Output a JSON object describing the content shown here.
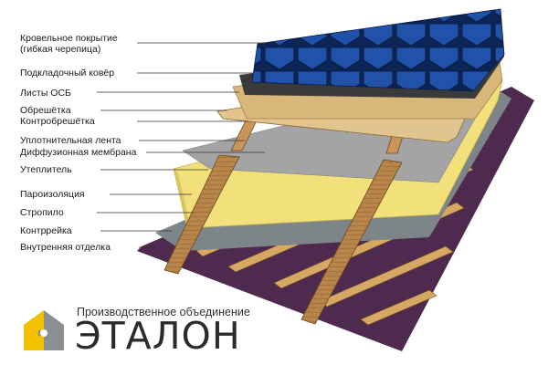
{
  "labels": [
    {
      "id": "roof-covering",
      "text": "Кровельное покрытие",
      "text2": "(гибкая черепица)"
    },
    {
      "id": "underlay-carpet",
      "text": "Подкладочный ковёр"
    },
    {
      "id": "osb-sheets",
      "text": "Листы ОСБ"
    },
    {
      "id": "battens",
      "text": "Обрешётка"
    },
    {
      "id": "counter-battens",
      "text": "Контробрешётка"
    },
    {
      "id": "sealing-tape",
      "text": "Уплотнительная лента"
    },
    {
      "id": "diffusion-membrane",
      "text": "Диффузионная мембрана"
    },
    {
      "id": "insulation",
      "text": "Утеплитель"
    },
    {
      "id": "vapor-barrier",
      "text": "Пароизоляция"
    },
    {
      "id": "rafter",
      "text": "Стропило"
    },
    {
      "id": "counter-rail",
      "text": "Контррейка"
    },
    {
      "id": "interior-finish",
      "text": "Внутренняя отделка"
    }
  ],
  "logo": {
    "tagline": "Производственное объединение",
    "name": "ЭТАЛОН",
    "icon": "house-puzzle-logo-icon"
  },
  "colors": {
    "shingle": "#1e4fa0",
    "shingle_dark": "#0d2456",
    "underlay": "#3a3a3a",
    "osb": "#d9b77a",
    "wood": "#b8854a",
    "membrane": "#9a9a9a",
    "insulation": "#f2e07a",
    "vapor": "#7d8588",
    "interior": "#4e2a4e",
    "logo_yellow": "#f2c200",
    "logo_gray": "#8a8f94"
  }
}
